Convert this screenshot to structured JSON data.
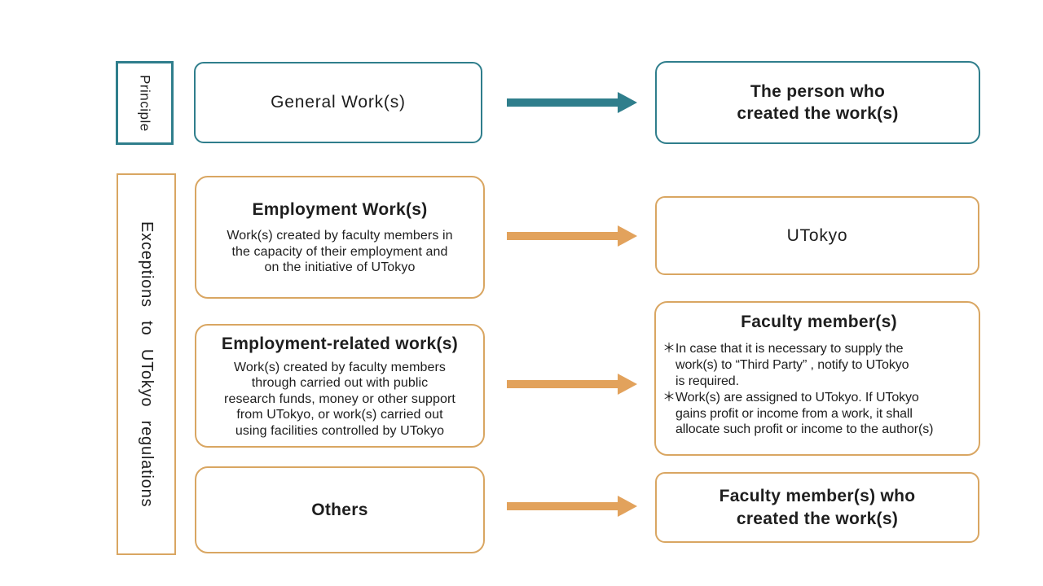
{
  "colors": {
    "teal": "#2F7E8C",
    "orange_border": "#D9A662",
    "orange_arrow": "#E2A25C",
    "text": "#1E1E1E",
    "background": "#FFFFFF"
  },
  "labels": {
    "principle": "Principle",
    "exceptions": "Exceptions to UTokyo regulations"
  },
  "boxes": {
    "general": {
      "title": "General Work(s)"
    },
    "person": {
      "title": "The person who\ncreated the work(s)"
    },
    "employment": {
      "title": "Employment Work(s)",
      "body": "Work(s) created by faculty members in\nthe capacity of their employment and\non the initiative of UTokyo"
    },
    "utokyo": {
      "title": "UTokyo"
    },
    "related": {
      "title": "Employment-related work(s)",
      "body": "Work(s) created by faculty members\nthrough carried out with public\nresearch funds, money or other support\nfrom UTokyo, or work(s) carried out\nusing facilities controlled by UTokyo"
    },
    "faculty": {
      "title": "Faculty member(s)",
      "notes": [
        "＊In case that it is necessary to supply the\nwork(s) to “Third Party” , notify to UTokyo\nis required.",
        "＊Work(s) are assigned to UTokyo. If UTokyo\ngains profit or income from a work, it shall\nallocate such profit or income to the author(s)"
      ]
    },
    "others": {
      "title": "Others"
    },
    "faculty_created": {
      "title": "Faculty member(s) who\ncreated the work(s)"
    }
  }
}
